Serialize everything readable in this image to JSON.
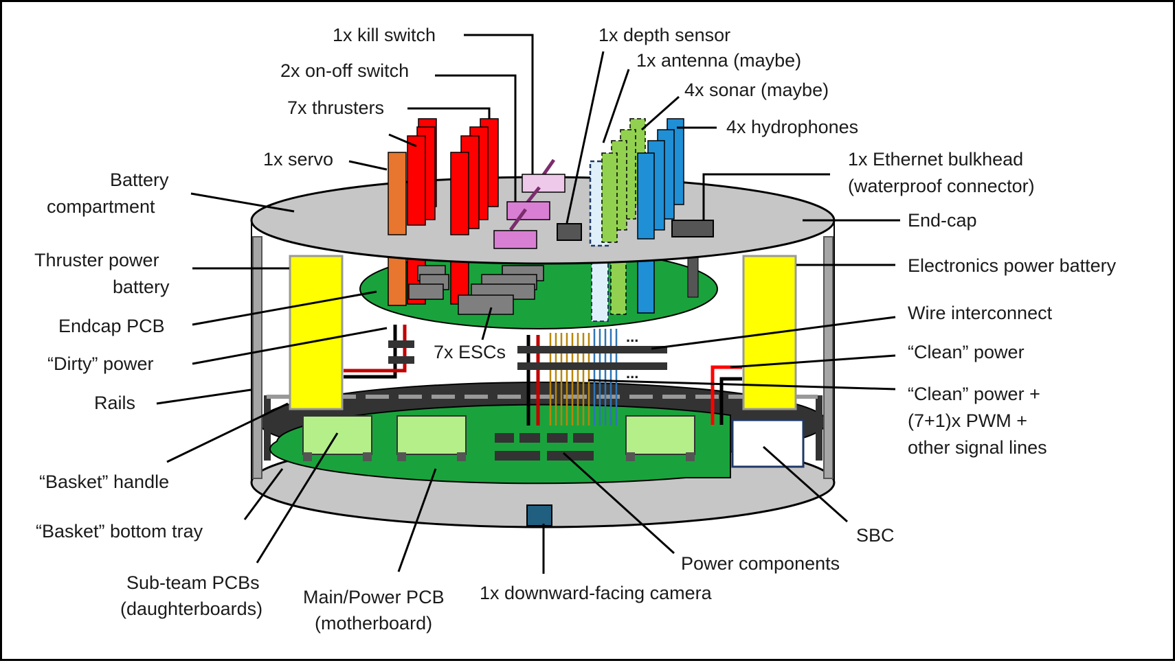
{
  "labels": {
    "kill_switch": "1x kill switch",
    "on_off_switch": "2x on-off switch",
    "thrusters": "7x thrusters",
    "servo": "1x servo",
    "battery_compartment_1": "Battery",
    "battery_compartment_2": "compartment",
    "thruster_battery_1": "Thruster power",
    "thruster_battery_2": "battery",
    "endcap_pcb": "Endcap PCB",
    "dirty_power": "“Dirty” power",
    "rails": "Rails",
    "basket_handle": "“Basket” handle",
    "basket_tray": "“Basket” bottom tray",
    "subteam_pcbs_1": "Sub-team PCBs",
    "subteam_pcbs_2": "(daughterboards)",
    "main_pcb_1": "Main/Power PCB",
    "main_pcb_2": "(motherboard)",
    "esc": "7x ESCs",
    "camera": "1x downward-facing camera",
    "power_components": "Power components",
    "sbc": "SBC",
    "depth_sensor": "1x depth sensor",
    "antenna": "1x antenna (maybe)",
    "sonar": "4x sonar (maybe)",
    "hydrophones": "4x hydrophones",
    "ethernet_1": "1x Ethernet bulkhead",
    "ethernet_2": "(waterproof connector)",
    "end_cap": "End-cap",
    "electronics_battery": "Electronics power battery",
    "wire_interconnect": "Wire interconnect",
    "clean_power": "“Clean” power",
    "clean_pwm_1": "“Clean” power +",
    "clean_pwm_2": "(7+1)x PWM +",
    "clean_pwm_3": "other signal lines",
    "ellipsis": "..."
  },
  "colors": {
    "end_cap": "#c6c6c6",
    "pcb": "#1aa33c",
    "thruster": "#ff0000",
    "servo": "#e8762e",
    "kill_switch": "#eec9ea",
    "on_off_switch": "#d97fd3",
    "sonar": "#92d050",
    "antenna": "#dff0fb",
    "hydrophone": "#1f8fd6",
    "battery": "#ffff00",
    "esc": "#7f7f7f",
    "daughterboard": "#b5ef8a",
    "sbc": "#ffffff",
    "camera": "#215f80",
    "dirty_wire": "#c00000",
    "signal_wire_tan": "#b8860b",
    "signal_wire_blue": "#2e75b6"
  }
}
